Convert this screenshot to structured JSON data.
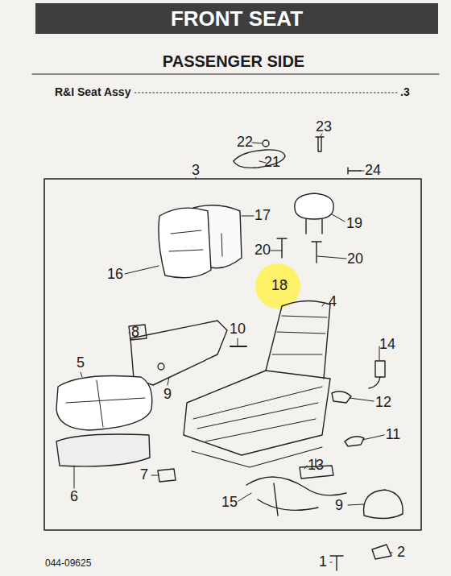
{
  "diagram": {
    "title": "FRONT SEAT",
    "labels": [
      "PASSENGER SIDE",
      "R&I Seat Assy",
      ".3",
      "3",
      "22",
      "23",
      "21",
      "24",
      "17",
      "19",
      "16",
      "20",
      "20",
      "18",
      "4",
      "8",
      "10",
      "14",
      "9",
      "5",
      "12",
      "11",
      "13",
      "7",
      "6",
      "15",
      "9",
      "2",
      "1",
      "044-09625"
    ]
  }
}
